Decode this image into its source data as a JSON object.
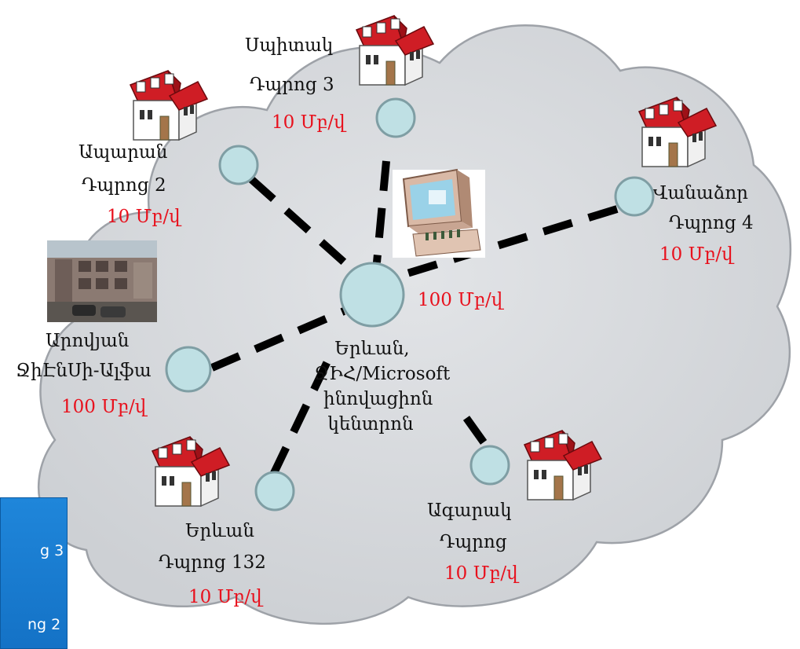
{
  "hub": {
    "name_line1": "Երևան,",
    "name_line2": "ՋԻՀ/Microsoft",
    "name_line3": "ինովացիոն",
    "name_line4": "կենտրոն",
    "speed": "100 Մբ/վ"
  },
  "nodes": {
    "spitak": {
      "line1": "Սպիտակ",
      "line2": "Դպրոց 3",
      "speed": "10 Մբ/վ"
    },
    "aparan": {
      "line1": "Ապարան",
      "line2": "Դպրոց 2",
      "speed": "10 Մբ/վ"
    },
    "vanadzor": {
      "line1": "Վանաձոր",
      "line2": "Դպրոց 4",
      "speed": "10 Մբ/վ"
    },
    "arovyan": {
      "line1": "Արովյան",
      "line2": "ՋիԷնՍի-Ալֆա",
      "speed": "100 Մբ/վ"
    },
    "yerevan": {
      "line1": "Երևան",
      "line2": "Դպրոց 132",
      "speed": "10 Մբ/վ"
    },
    "agarak": {
      "line1": "Ագարակ",
      "line2": "Դպրոց",
      "speed": "10 Մբ/վ"
    }
  },
  "side_panel": {
    "item1": "ց 3",
    "item2": "ոց 2"
  },
  "colors": {
    "cloud_fill": "#d4d6da",
    "cloud_stroke": "#9ea2a8",
    "node_fill": "#bfe0e4",
    "node_stroke": "#7f9ea4",
    "link": "#000000",
    "speed_text": "#e8111d",
    "roof": "#c4171f",
    "panel": "#1876c9"
  }
}
